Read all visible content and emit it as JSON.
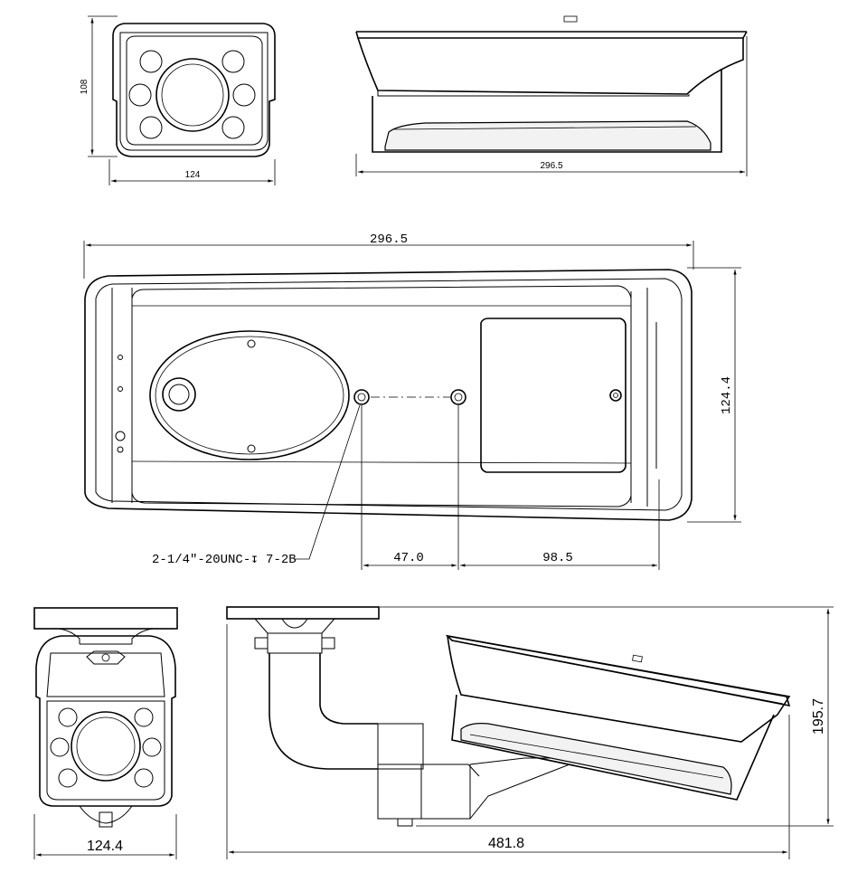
{
  "front_view": {
    "height": "108",
    "width": "124"
  },
  "side_view": {
    "length": "296.5"
  },
  "bottom_view": {
    "length": "296.5",
    "width": "124.4",
    "thread_note": "2-1/4\"-20UNC-↧ 7-2B",
    "hole_spacing": "47.0",
    "hole_offset": "98.5"
  },
  "bracket_front_view": {
    "width": "124.4"
  },
  "bracket_side_view": {
    "length": "481.8",
    "height": "195.7"
  }
}
